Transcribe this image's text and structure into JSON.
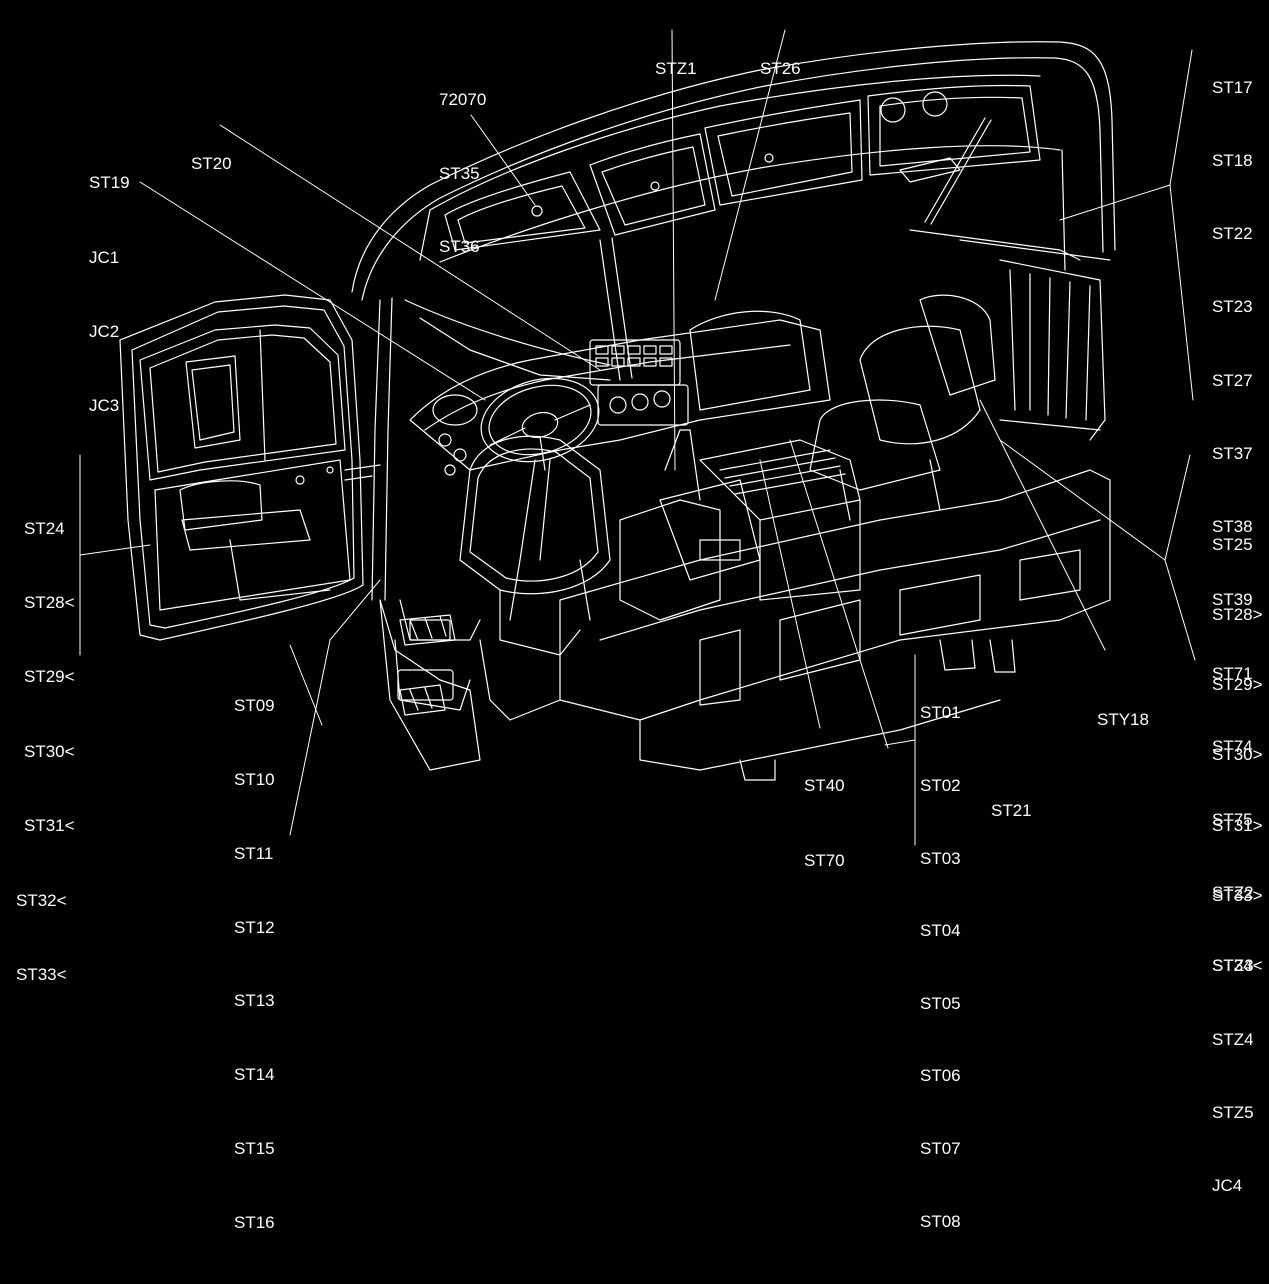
{
  "diagram": {
    "subject": "truck-cab-cutaway",
    "stroke_color": "#ffffff",
    "background_color": "#000000"
  },
  "labels": {
    "top_left": [
      "72070",
      "ST35",
      "ST36"
    ],
    "st20": "ST20",
    "left_upper": [
      "ST19",
      "JC1",
      "JC2",
      "JC3"
    ],
    "stz1": "STZ1",
    "st26": "ST26",
    "right_upper": [
      "ST17",
      "ST18",
      "ST22",
      "ST23",
      "ST27",
      "ST37",
      "ST38",
      "ST39",
      "ST71",
      "ST74",
      "ST75",
      "STZ2",
      "STZ3",
      "STZ4",
      "STZ5",
      "JC4"
    ],
    "left_door": [
      "ST24",
      "ST28<",
      "ST29<",
      "ST30<",
      "ST31<",
      "ST32<",
      "ST33<"
    ],
    "right_lower": [
      "ST25",
      "ST28>",
      "ST29>",
      "ST30>",
      "ST31>",
      "ST33>",
      "ST34<"
    ],
    "bottom_left": [
      "ST09",
      "ST10",
      "ST11",
      "ST12",
      "ST13",
      "ST14",
      "ST15",
      "ST16"
    ],
    "bottom_mid": [
      "ST40",
      "ST70"
    ],
    "bottom_right": [
      "ST01",
      "ST02",
      "ST03",
      "ST04",
      "ST05",
      "ST06",
      "ST07",
      "ST08"
    ],
    "st21": "ST21",
    "sty18": "STY18"
  }
}
